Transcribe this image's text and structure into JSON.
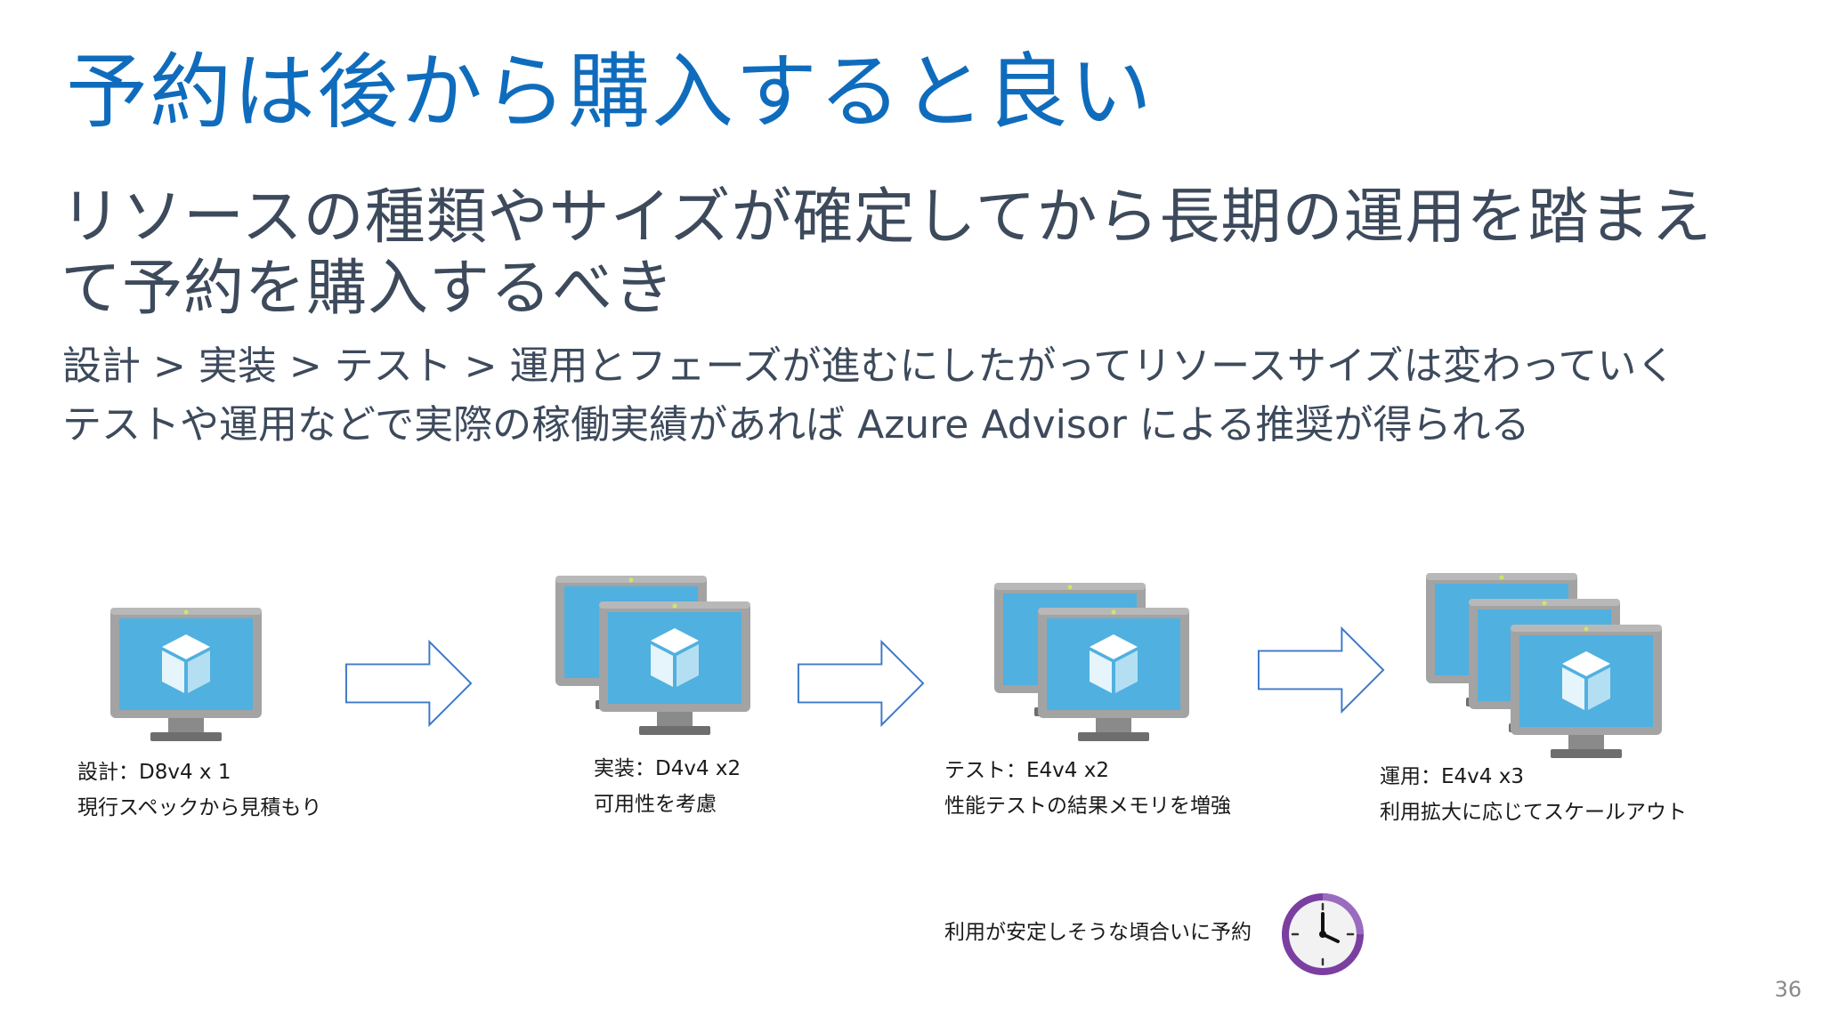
{
  "slide": {
    "title": "予約は後から購入すると良い",
    "lead": "リソースの種類やサイズが確定してから長期の運用を踏まえて予約を購入するべき",
    "sub_lines": [
      "設計 > 実装 > テスト > 運用とフェーズが進むにしたがってリソースサイズは変わっていく",
      "テストや運用などで実際の稼働実績があれば Azure Advisor による推奨が得られる"
    ],
    "page_number": "36"
  },
  "stages": [
    {
      "label": "設計：D8v4 x 1",
      "note": "現行スペックから見積もり",
      "vm_count": 1
    },
    {
      "label": "実装：D4v4 x2",
      "note": "可用性を考慮",
      "vm_count": 2
    },
    {
      "label": "テスト：E4v4 x2",
      "note": "性能テストの結果メモリを増強",
      "vm_count": 2
    },
    {
      "label": "運用：E4v4 x3",
      "note": "利用拡大に応じてスケールアウト",
      "vm_count": 3
    }
  ],
  "reservation_note": "利用が安定しそうな頃合いに予約",
  "icons": {
    "vm": "virtual-machine-icon",
    "arrow": "right-arrow-icon",
    "clock": "reservation-clock-icon"
  },
  "colors": {
    "title": "#0f6cbd",
    "body_text": "#3d4a5c",
    "monitor_frame": "#a0a0a0",
    "monitor_screen": "#50b0e0",
    "arrow_outline": "#3c78c8",
    "clock_ring": "#7a3fa0"
  }
}
